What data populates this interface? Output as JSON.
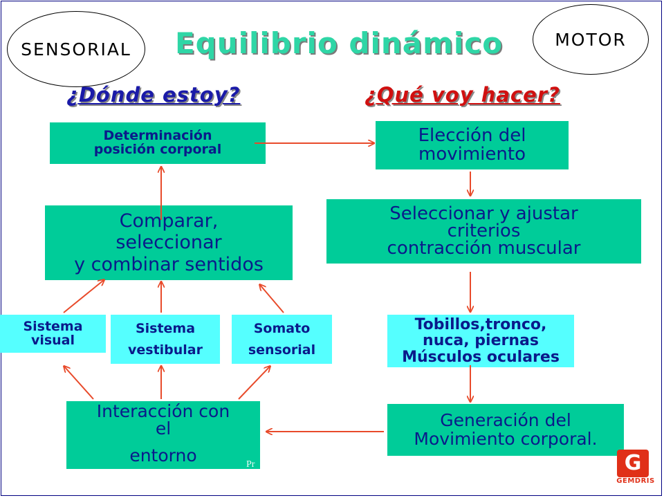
{
  "labels": {
    "sensorial": "SENSORIAL",
    "motor": "MOTOR"
  },
  "title": "Equilibrio dinámico",
  "questions": {
    "left": "¿Dónde estoy?",
    "right": "¿Qué voy hacer?"
  },
  "left_column": {
    "determinacion": [
      "Determinación",
      "posición corporal"
    ],
    "comparar": [
      "Comparar,",
      "seleccionar",
      "y combinar sentidos"
    ],
    "sistema_visual": [
      "Sistema",
      "visual"
    ],
    "sistema_vestibular": [
      "Sistema",
      "vestibular"
    ],
    "somato_sensorial": [
      "Somato",
      "sensorial"
    ],
    "interaccion": [
      "Interacción con",
      "el",
      "entorno"
    ]
  },
  "right_column": {
    "eleccion": [
      "Elección del",
      "movimiento"
    ],
    "seleccionar": [
      "Seleccionar y ajustar",
      "criterios",
      "contracción muscular"
    ],
    "tobillos": [
      "Tobillos,tronco,",
      "nuca, piernas",
      "Músculos oculares"
    ],
    "generacion": [
      "Generación del",
      "Movimiento corporal."
    ]
  },
  "logo": {
    "name": "GEMDRIS",
    "mark": "G"
  },
  "footer": "Pr",
  "colors": {
    "green_box": "#00cc99",
    "cyan_box": "#55ffff",
    "box_text": "#0a1a8a",
    "title": "#2fd6a6",
    "question_left": "#1a1aa8",
    "question_right": "#d01010",
    "arrow": "#e84a2a"
  }
}
